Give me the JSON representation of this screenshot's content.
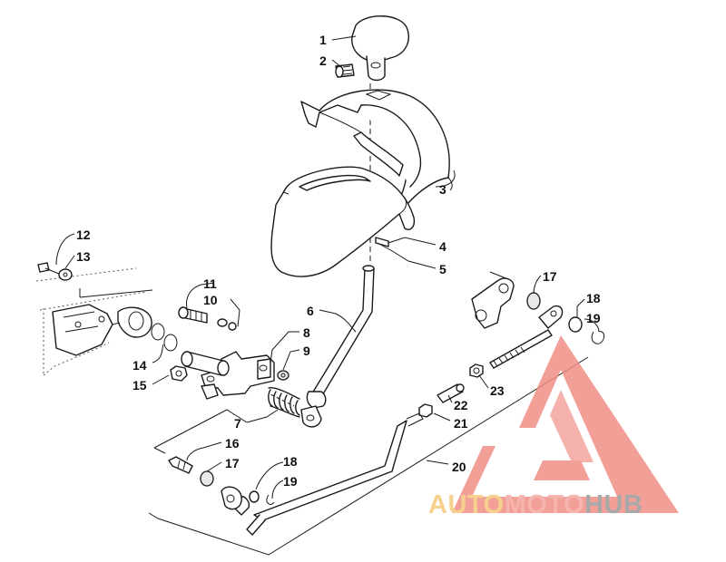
{
  "callouts": [
    {
      "id": "c1",
      "label": "1"
    },
    {
      "id": "c2",
      "label": "2"
    },
    {
      "id": "c3",
      "label": "3"
    },
    {
      "id": "c4",
      "label": "4"
    },
    {
      "id": "c5",
      "label": "5"
    },
    {
      "id": "c6",
      "label": "6"
    },
    {
      "id": "c7",
      "label": "7"
    },
    {
      "id": "c8",
      "label": "8"
    },
    {
      "id": "c9",
      "label": "9"
    },
    {
      "id": "c10",
      "label": "10"
    },
    {
      "id": "c11",
      "label": "11"
    },
    {
      "id": "c12",
      "label": "12"
    },
    {
      "id": "c13",
      "label": "13"
    },
    {
      "id": "c14",
      "label": "14"
    },
    {
      "id": "c15",
      "label": "15"
    },
    {
      "id": "c16",
      "label": "16"
    },
    {
      "id": "c17a",
      "label": "17"
    },
    {
      "id": "c17b",
      "label": "17"
    },
    {
      "id": "c18a",
      "label": "18"
    },
    {
      "id": "c18b",
      "label": "18"
    },
    {
      "id": "c19a",
      "label": "19"
    },
    {
      "id": "c19b",
      "label": "19"
    },
    {
      "id": "c20",
      "label": "20"
    },
    {
      "id": "c21",
      "label": "21"
    },
    {
      "id": "c22",
      "label": "22"
    },
    {
      "id": "c23",
      "label": "23"
    }
  ],
  "watermark": {
    "part1": "AUTO",
    "part2": "MOTO",
    "part3": "HUB",
    "color_auto": "#f5c97a",
    "color_moto": "#f4a8a0",
    "color_hub": "#9a9a9a",
    "logo_color": "#f08f87"
  }
}
